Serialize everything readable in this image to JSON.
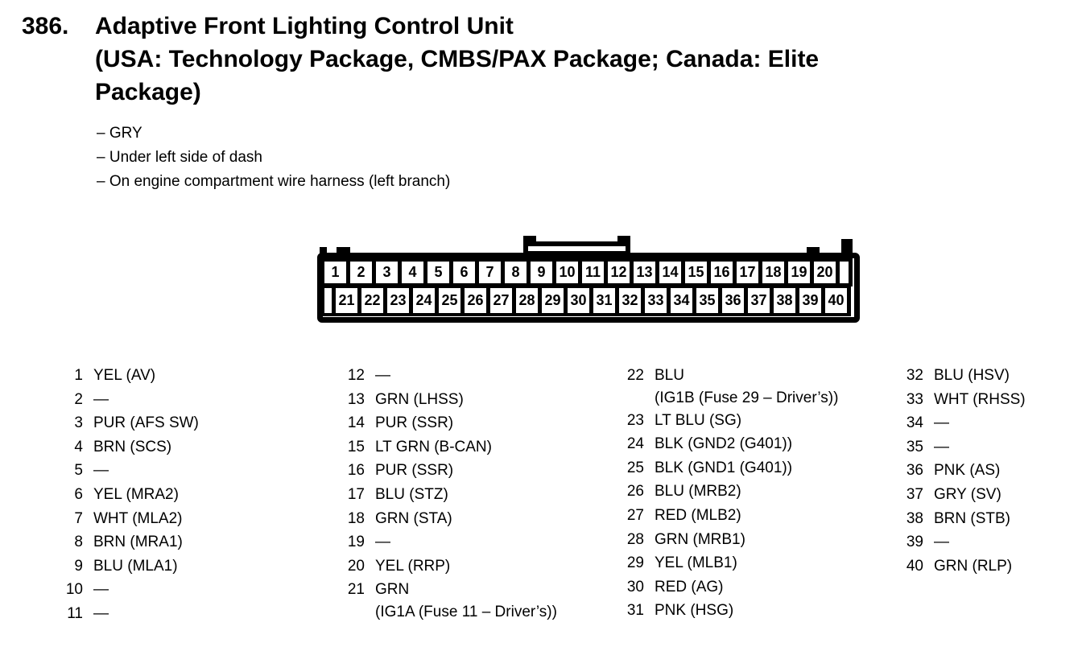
{
  "colors": {
    "ink": "#000000",
    "paper": "#ffffff"
  },
  "header": {
    "number": "386.",
    "title_lines": [
      "Adaptive Front Lighting Control Unit",
      "(USA: Technology Package, CMBS/PAX Package; Canada: Elite",
      "Package)"
    ],
    "bullets": [
      "– GRY",
      "– Under left side of dash",
      "– On engine compartment wire harness (left branch)"
    ]
  },
  "connector": {
    "description": "40-pin connector, two rows",
    "top_row_pins": [
      "1",
      "2",
      "3",
      "4",
      "5",
      "6",
      "7",
      "8",
      "9",
      "10",
      "11",
      "12",
      "13",
      "14",
      "15",
      "16",
      "17",
      "18",
      "19",
      "20"
    ],
    "bottom_row_pins": [
      "21",
      "22",
      "23",
      "24",
      "25",
      "26",
      "27",
      "28",
      "29",
      "30",
      "31",
      "32",
      "33",
      "34",
      "35",
      "36",
      "37",
      "38",
      "39",
      "40"
    ]
  },
  "pin_list": {
    "columns": [
      {
        "entries": [
          {
            "pin": "1",
            "label": "YEL (AV)"
          },
          {
            "pin": "2",
            "label": "—"
          },
          {
            "pin": "3",
            "label": "PUR (AFS SW)"
          },
          {
            "pin": "4",
            "label": "BRN (SCS)"
          },
          {
            "pin": "5",
            "label": "—"
          },
          {
            "pin": "6",
            "label": "YEL (MRA2)"
          },
          {
            "pin": "7",
            "label": "WHT (MLA2)"
          },
          {
            "pin": "8",
            "label": "BRN (MRA1)"
          },
          {
            "pin": "9",
            "label": "BLU (MLA1)"
          },
          {
            "pin": "10",
            "label": "—"
          },
          {
            "pin": "11",
            "label": "—"
          }
        ]
      },
      {
        "entries": [
          {
            "pin": "12",
            "label": "—"
          },
          {
            "pin": "13",
            "label": "GRN (LHSS)"
          },
          {
            "pin": "14",
            "label": "PUR (SSR)"
          },
          {
            "pin": "15",
            "label": "LT GRN (B-CAN)"
          },
          {
            "pin": "16",
            "label": "PUR (SSR)"
          },
          {
            "pin": "17",
            "label": "BLU (STZ)"
          },
          {
            "pin": "18",
            "label": "GRN (STA)"
          },
          {
            "pin": "19",
            "label": "—"
          },
          {
            "pin": "20",
            "label": "YEL (RRP)"
          },
          {
            "pin": "21",
            "label": "GRN",
            "label2": "(IG1A (Fuse 11 – Driver’s))"
          }
        ]
      },
      {
        "entries": [
          {
            "pin": "22",
            "label": "BLU",
            "label2": "(IG1B (Fuse 29 – Driver’s))"
          },
          {
            "pin": "23",
            "label": "LT BLU (SG)"
          },
          {
            "pin": "24",
            "label": "BLK (GND2 (G401))"
          },
          {
            "pin": "25",
            "label": "BLK (GND1 (G401))"
          },
          {
            "pin": "26",
            "label": "BLU (MRB2)"
          },
          {
            "pin": "27",
            "label": "RED (MLB2)"
          },
          {
            "pin": "28",
            "label": "GRN (MRB1)"
          },
          {
            "pin": "29",
            "label": "YEL (MLB1)"
          },
          {
            "pin": "30",
            "label": "RED (AG)"
          },
          {
            "pin": "31",
            "label": "PNK (HSG)"
          }
        ]
      },
      {
        "entries": [
          {
            "pin": "32",
            "label": "BLU (HSV)"
          },
          {
            "pin": "33",
            "label": "WHT (RHSS)"
          },
          {
            "pin": "34",
            "label": "—"
          },
          {
            "pin": "35",
            "label": "—"
          },
          {
            "pin": "36",
            "label": "PNK (AS)"
          },
          {
            "pin": "37",
            "label": "GRY (SV)"
          },
          {
            "pin": "38",
            "label": "BRN (STB)"
          },
          {
            "pin": "39",
            "label": "—"
          },
          {
            "pin": "40",
            "label": "GRN (RLP)"
          }
        ]
      }
    ]
  }
}
